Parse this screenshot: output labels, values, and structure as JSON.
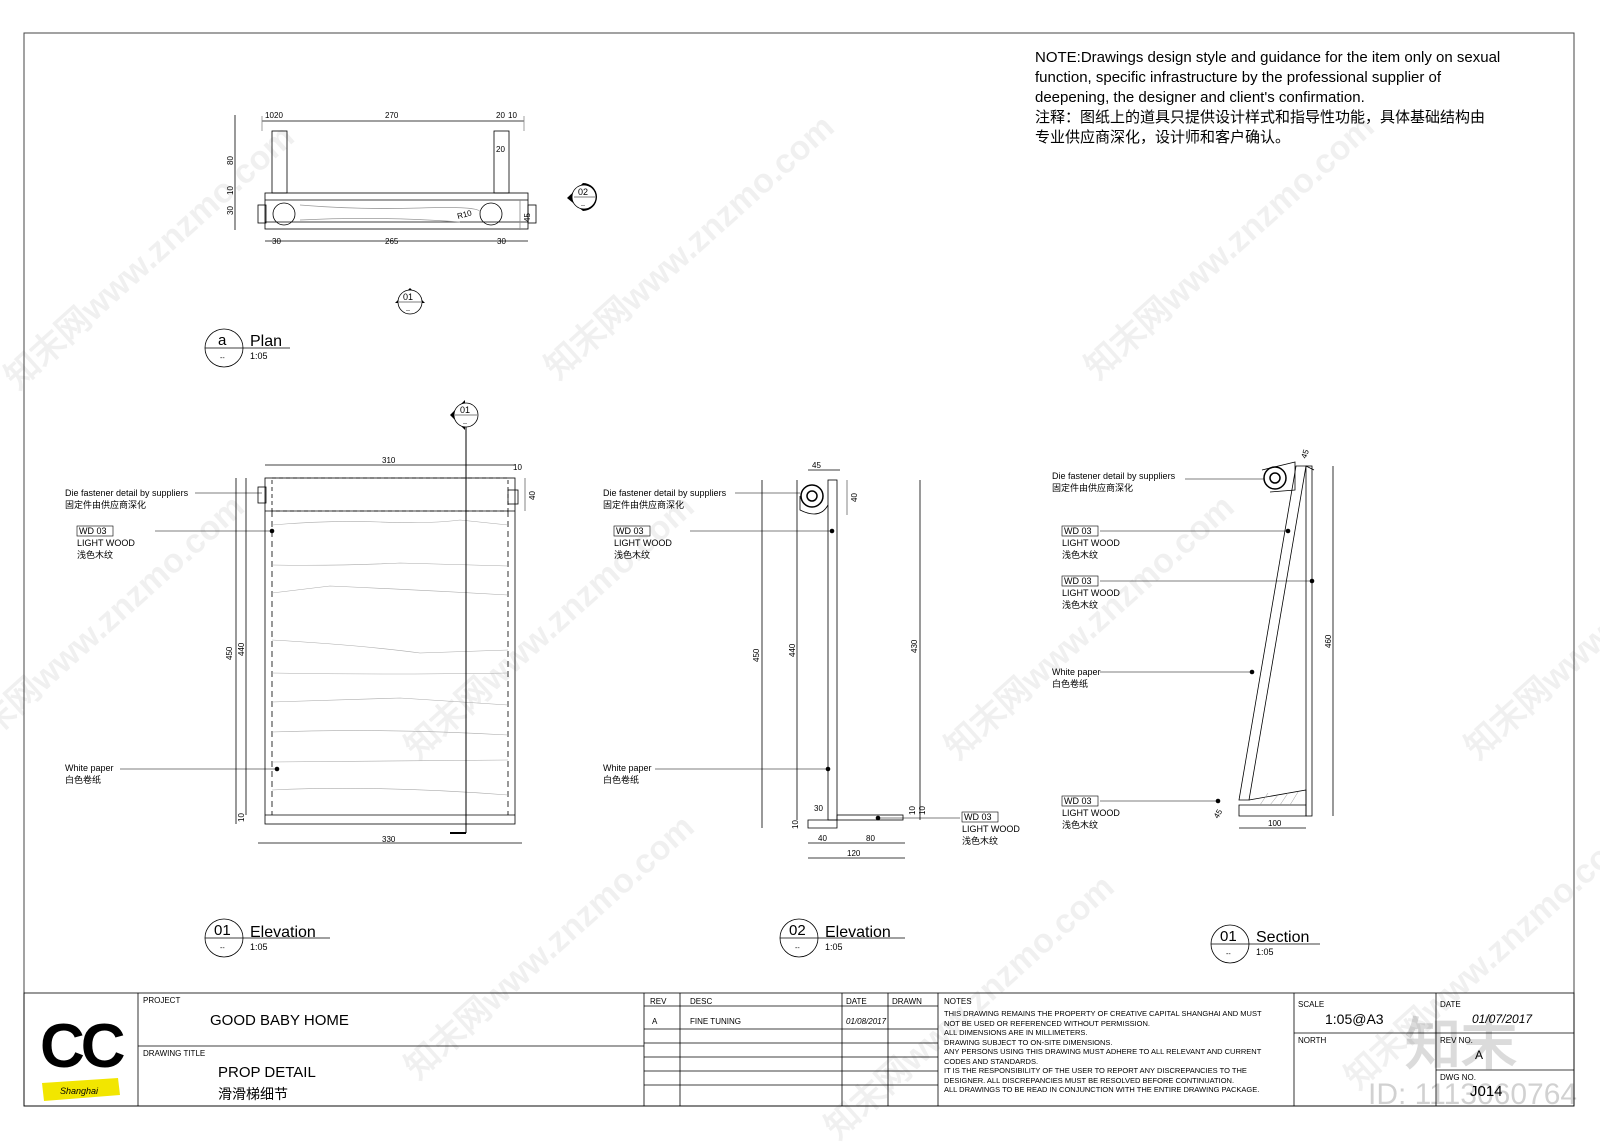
{
  "note": {
    "en_line1": "NOTE:Drawings design style and guidance for the item only on sexual",
    "en_line2": "function, specific infrastructure by the professional supplier of",
    "en_line3": "deepening, the designer and client's confirmation.",
    "cn_line1": "注释：图纸上的道具只提供设计样式和指导性功能，具体基础结构由",
    "cn_line2": "专业供应商深化，设计师和客户确认。"
  },
  "views": {
    "plan": {
      "tag": "a",
      "title": "Plan",
      "sub": "--",
      "scale": "1:05"
    },
    "elev1": {
      "tag": "01",
      "title": "Elevation",
      "sub": "--",
      "scale": "1:05"
    },
    "elev2": {
      "tag": "02",
      "title": "Elevation",
      "sub": "--",
      "scale": "1:05"
    },
    "section": {
      "tag": "01",
      "title": "Section",
      "sub": "--",
      "scale": "1:05"
    }
  },
  "markers": {
    "m02": "02",
    "m01a": "01",
    "m01b": "01",
    "dash": "--"
  },
  "dims": {
    "plan": [
      "10",
      "20",
      "270",
      "20",
      "10",
      "80",
      "10",
      "30",
      "20",
      "45",
      "30",
      "265",
      "30",
      "R10"
    ],
    "elev1": [
      "310",
      "10",
      "40",
      "450",
      "440",
      "10",
      "330"
    ],
    "elev2": [
      "45",
      "40",
      "450",
      "440",
      "430",
      "30",
      "10",
      "10",
      "10",
      "40",
      "80",
      "120"
    ],
    "section": [
      "460",
      "100",
      "45",
      "45"
    ]
  },
  "labels": {
    "die_en": "Die fastener detail by suppliers",
    "die_cn": "固定件由供应商深化",
    "wd_code": "WD 03",
    "wd_en": "LIGHT WOOD",
    "wd_cn": "浅色木纹",
    "paper_en": "White paper",
    "paper_cn": "白色卷纸"
  },
  "titleblock": {
    "logo": "CC",
    "logo_sub": "Shanghai",
    "project_label": "PROJECT",
    "project": "GOOD BABY HOME",
    "drawing_title_label": "DRAWING TITLE",
    "drawing_title": "PROP DETAIL",
    "drawing_title_cn": "滑滑梯细节",
    "rev_label": "REV",
    "desc_label": "DESC",
    "date_label": "DATE",
    "drawn_label": "DRAWN",
    "rev_a": "A",
    "rev_desc": "FINE TUNING",
    "rev_date": "01/08/2017",
    "notes_label": "NOTES",
    "notes": [
      "THIS DRAWING REMAINS THE PROPERTY OF CREATIVE CAPITAL SHANGHAI AND MUST",
      "NOT BE USED OR REFERENCED WITHOUT PERMISSION.",
      "ALL DIMENSIONS ARE IN MILLIMETERS.",
      "DRAWING SUBJECT TO ON-SITE DIMENSIONS.",
      "ANY PERSONS USING THIS DRAWING MUST ADHERE TO ALL RELEVANT AND CURRENT",
      "CODES AND STANDARDS.",
      "IT IS THE RESPONSIBILITY OF THE USER TO REPORT ANY DISCREPANCIES TO THE",
      "DESIGNER. ALL DISCREPANCIES MUST BE RESOLVED BEFORE CONTINUATION.",
      "ALL DRAWINGS TO BE READ IN CONJUNCTION WITH THE ENTIRE DRAWING PACKAGE."
    ],
    "scale_label": "SCALE",
    "scale": "1:05@A3",
    "date2_label": "DATE",
    "date2": "01/07/2017",
    "north_label": "NORTH",
    "rev_no_label": "REV NO.",
    "rev_no": "A",
    "dwg_no_label": "DWG NO.",
    "dwg_no": "J014"
  },
  "watermark": {
    "text": "知末网www.znzmo.com",
    "brand": "知末",
    "id": "ID: 1113060764"
  }
}
